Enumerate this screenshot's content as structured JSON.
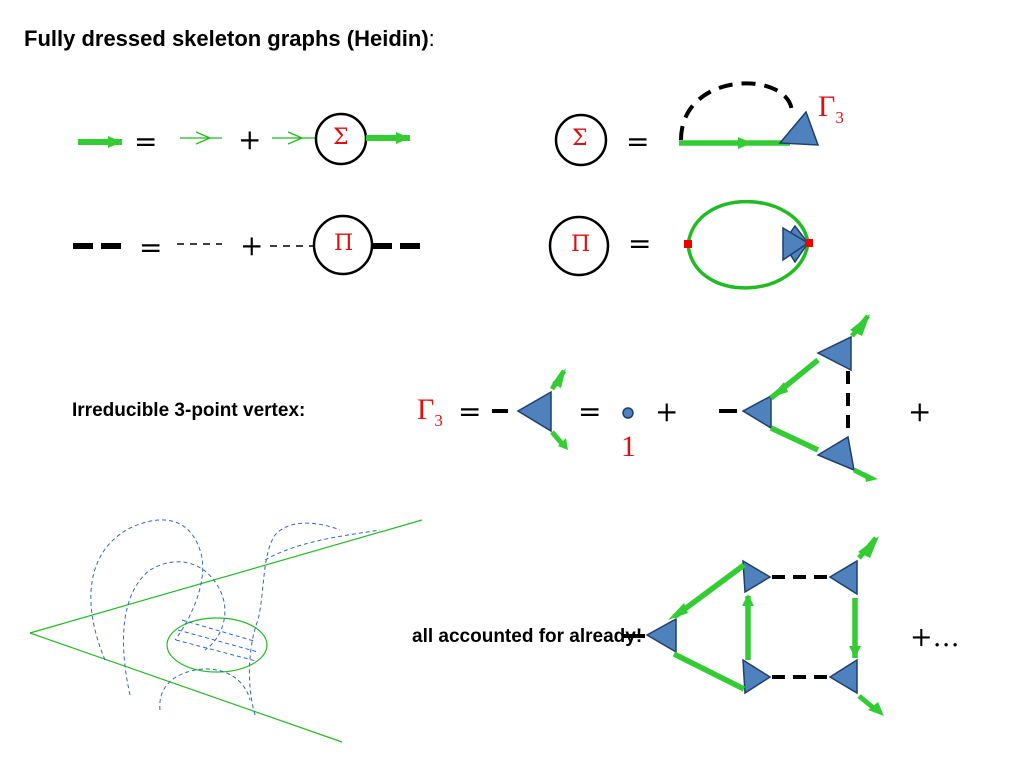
{
  "heading": {
    "title": "Fully dressed skeleton graphs (Heidin)",
    "colon": ":"
  },
  "equations": {
    "greens": {
      "equals": "=",
      "plus": "+",
      "sigma": "Σ"
    },
    "sigma_def": {
      "sigma": "Σ",
      "equals": "=",
      "gamma": "Γ",
      "gamma_sub": "3"
    },
    "screened": {
      "equals": "=",
      "plus": "+",
      "pi": "Π"
    },
    "pi_def": {
      "pi": "Π",
      "equals": "="
    },
    "vertex": {
      "label": "Irreducible 3-point vertex:",
      "gamma": "Γ",
      "gamma_sub": "3",
      "equals1": "=",
      "equals2": "=",
      "plus1": "+",
      "plus2": "+",
      "one": "1"
    },
    "higher": {
      "caption": "all accounted for already!",
      "ending": "+…"
    }
  },
  "colors": {
    "green_line": "#33cc33",
    "thin_green": "#22bb22",
    "triangle_fill": "#4f81bd",
    "triangle_stroke": "#1f3f6f",
    "red_symbol": "#e01010",
    "red_marker": "#ee0000",
    "dashed_blue": "#3366cc"
  }
}
